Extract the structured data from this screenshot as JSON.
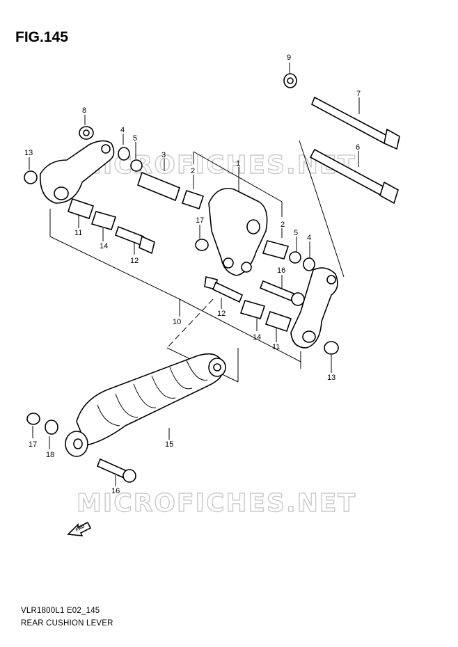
{
  "figure": {
    "title": "FIG.145",
    "code": "VLR1800L1 E02_145",
    "description": "REAR CUSHION LEVER"
  },
  "watermark": {
    "upper": "MICROFICHES.NET",
    "lower": "MICROFICHES.NET"
  },
  "direction_mark": "FWD",
  "callouts": [
    "9",
    "7",
    "8",
    "4",
    "5",
    "6",
    "13",
    "3",
    "2",
    "1",
    "2",
    "17",
    "5",
    "4",
    "11",
    "14",
    "12",
    "16",
    "10",
    "12",
    "14",
    "11",
    "13",
    "15",
    "17",
    "18",
    "16"
  ]
}
